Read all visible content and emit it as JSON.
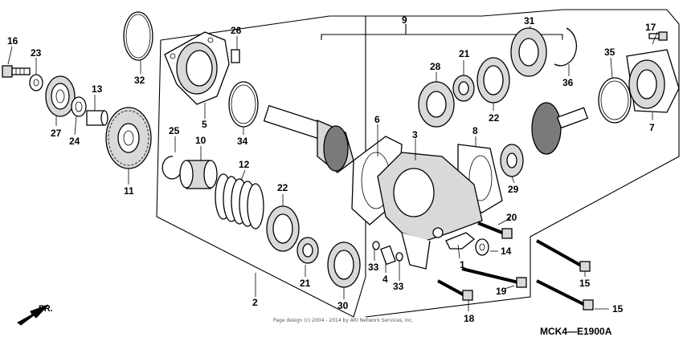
{
  "callouts": {
    "p1": "1",
    "p2": "2",
    "p3": "3",
    "p4": "4",
    "p5": "5",
    "p6": "6",
    "p7": "7",
    "p8": "8",
    "p9": "9",
    "p10": "10",
    "p11": "11",
    "p12": "12",
    "p13": "13",
    "p14": "14",
    "p15a": "15",
    "p15b": "15",
    "p16": "16",
    "p17": "17",
    "p18": "18",
    "p19": "19",
    "p20": "20",
    "p21a": "21",
    "p21b": "21",
    "p22a": "22",
    "p22b": "22",
    "p23": "23",
    "p24": "24",
    "p25": "25",
    "p26": "26",
    "p27": "27",
    "p28": "28",
    "p29": "29",
    "p30": "30",
    "p31": "31",
    "p32": "32",
    "p33a": "33",
    "p33b": "33",
    "p34": "34",
    "p35": "35",
    "p36": "36"
  },
  "diagram_code": "MCK4—E1900A",
  "direction_label": "FR.",
  "copyright_line1": "Page design (c) 2004 - 2014 by ARI Network Services, Inc."
}
